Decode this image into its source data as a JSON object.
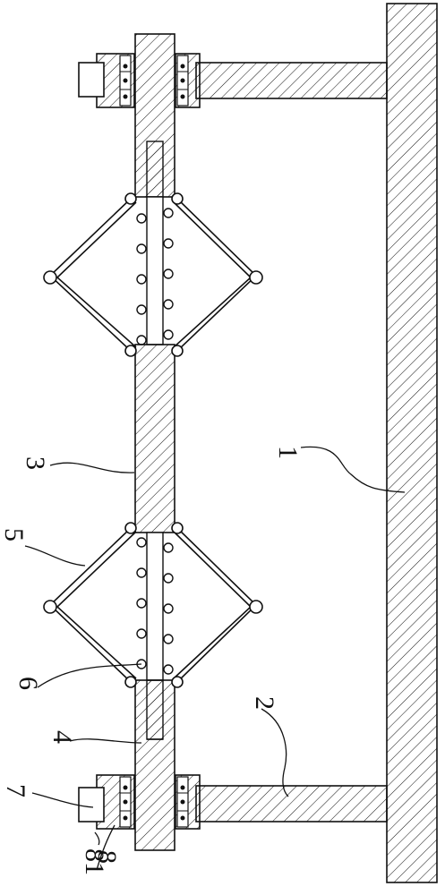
{
  "labels": {
    "l1": "1",
    "l2": "2",
    "l3": "3",
    "l4": "4",
    "l5": "5",
    "l6": "6",
    "l7": "7",
    "l8": "8",
    "l81": "81"
  },
  "colors": {
    "stroke": "#111111",
    "hatch": "#111111",
    "background": "#ffffff"
  }
}
